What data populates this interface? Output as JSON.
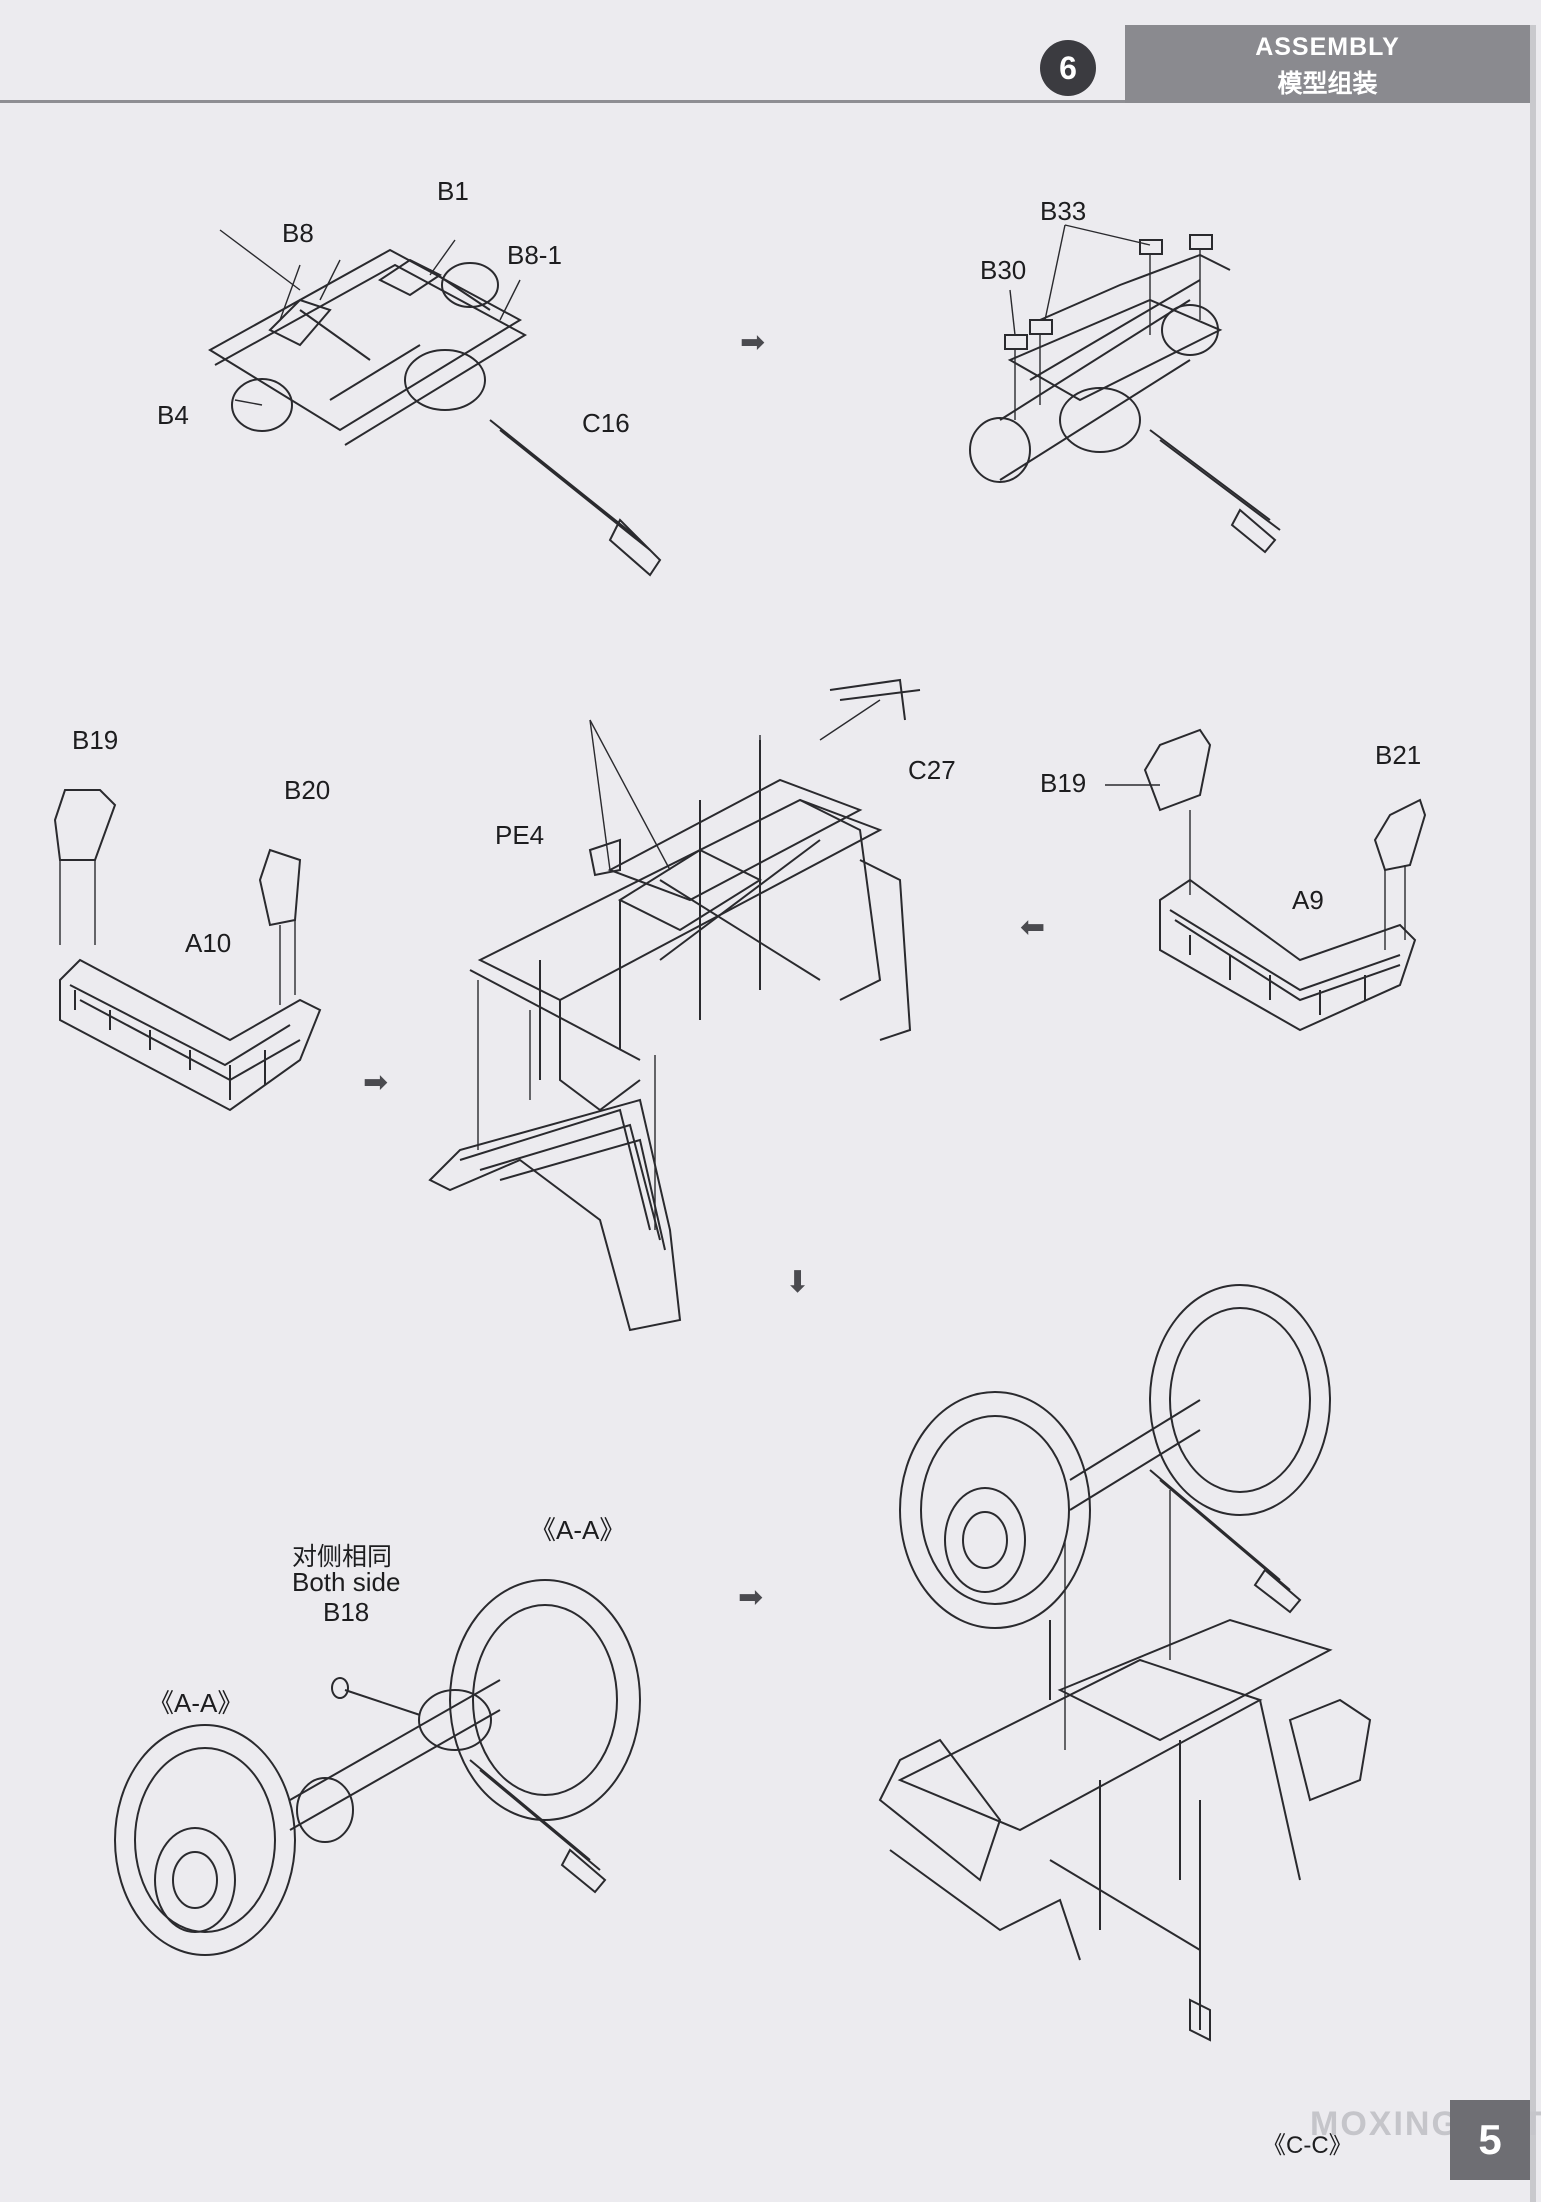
{
  "header": {
    "step_number": "6",
    "title_en": "ASSEMBLY",
    "title_cn": "模型组装"
  },
  "labels": {
    "b1": "B1",
    "b8": "B8",
    "b8_1": "B8-1",
    "b4": "B4",
    "c16": "C16",
    "b33": "B33",
    "b30": "B30",
    "b19_left": "B19",
    "b20": "B20",
    "a10": "A10",
    "pe4": "PE4",
    "c27": "C27",
    "b19_right": "B19",
    "b21": "B21",
    "a9": "A9",
    "aa_top": "《A-A》",
    "aa_left": "《A-A》",
    "both_side_cn": "对侧相同",
    "both_side_en": "Both side",
    "b18": "B18",
    "cc": "《C-C》"
  },
  "footer": {
    "page_number": "5",
    "watermark": "MOXING.NET"
  },
  "colors": {
    "banner": "#8a8a8f",
    "step_circle": "#3b3b40",
    "line": "#2a2a2e",
    "background": "#ecebef"
  },
  "icons": {
    "step_arrow_right": "arrow-right-icon",
    "step_arrow_left": "arrow-left-icon",
    "step_arrow_down": "arrow-down-icon"
  }
}
